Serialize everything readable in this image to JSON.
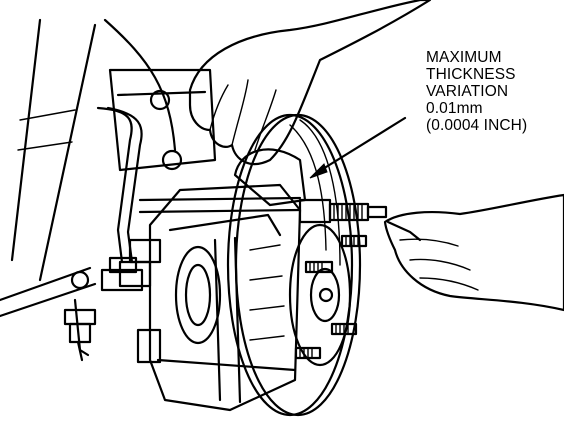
{
  "callout": {
    "line1": "MAXIMUM",
    "line2": "THICKNESS",
    "line3": "VARIATION",
    "line4": "0.01mm",
    "line5": "(0.0004 INCH)"
  },
  "colors": {
    "ink": "#000000",
    "paper": "#ffffff"
  }
}
